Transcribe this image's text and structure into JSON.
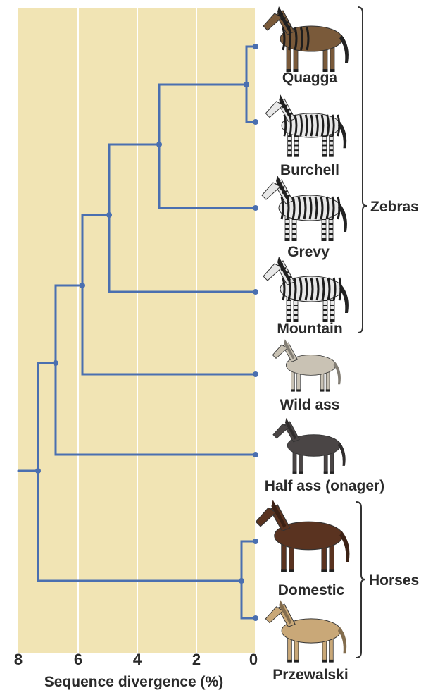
{
  "axis": {
    "label": "Sequence divergence (%)",
    "ticks": [
      "8",
      "6",
      "4",
      "2",
      "0"
    ]
  },
  "taxa": [
    {
      "name": "Quagga",
      "pattern": "quagga",
      "body_color": "#7a5a3a"
    },
    {
      "name": "Burchell",
      "pattern": "zebra",
      "body_color": "#e8e8e8"
    },
    {
      "name": "Grevy",
      "pattern": "zebra",
      "body_color": "#e8e8e8"
    },
    {
      "name": "Mountain",
      "pattern": "zebra",
      "body_color": "#e8e8e8"
    },
    {
      "name": "Wild ass",
      "pattern": "plain",
      "body_color": "#c9c2b4"
    },
    {
      "name": "Half ass (onager)",
      "pattern": "plain",
      "body_color": "#4a4545"
    },
    {
      "name": "Domestic",
      "pattern": "plain",
      "body_color": "#5a3320"
    },
    {
      "name": "Przewalski",
      "pattern": "plain",
      "body_color": "#c9a878"
    }
  ],
  "groups": [
    {
      "name": "Zebras"
    },
    {
      "name": "Horses"
    }
  ],
  "colors": {
    "background_panel": "#f1e4b4",
    "tree_line": "#4a6fb0",
    "grid_line": "#ffffff"
  }
}
